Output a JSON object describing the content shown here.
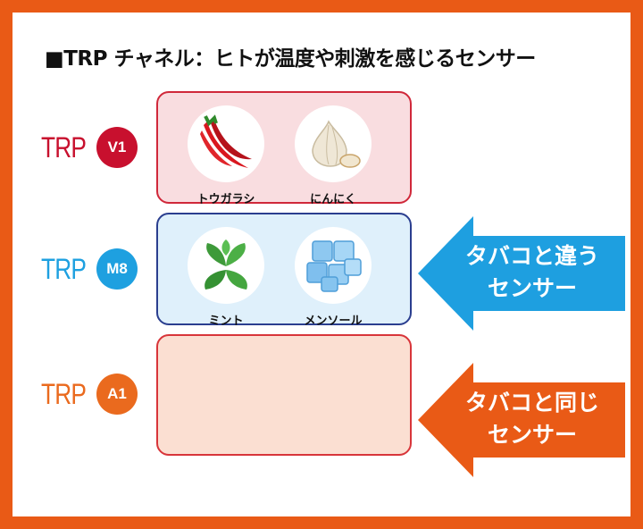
{
  "title": "■TRP チャネル：ヒトが温度や刺激を感じるセンサー",
  "colors": {
    "frame": "#e95a16",
    "v1": "#c8102e",
    "m8": "#1ea0e0",
    "a1": "#ea6a1e",
    "arrow_blue": "#1e9fe0",
    "arrow_orange": "#e95a16"
  },
  "rows": [
    {
      "prefix": "TRP",
      "badge": "V1",
      "items": [
        {
          "label": "トウガラシ",
          "icon": "chili-pepper-icon"
        },
        {
          "label": "にんにく",
          "icon": "garlic-icon"
        }
      ]
    },
    {
      "prefix": "TRP",
      "badge": "M8",
      "items": [
        {
          "label": "ミント",
          "icon": "mint-leaf-icon"
        },
        {
          "label": "メンソール",
          "icon": "ice-cube-icon"
        }
      ]
    },
    {
      "prefix": "TRP",
      "badge": "A1",
      "items": []
    }
  ],
  "arrows": [
    {
      "line1": "タバコと違う",
      "line2": "センサー",
      "color": "blue"
    },
    {
      "line1": "タバコと同じ",
      "line2": "センサー",
      "color": "orange"
    }
  ]
}
